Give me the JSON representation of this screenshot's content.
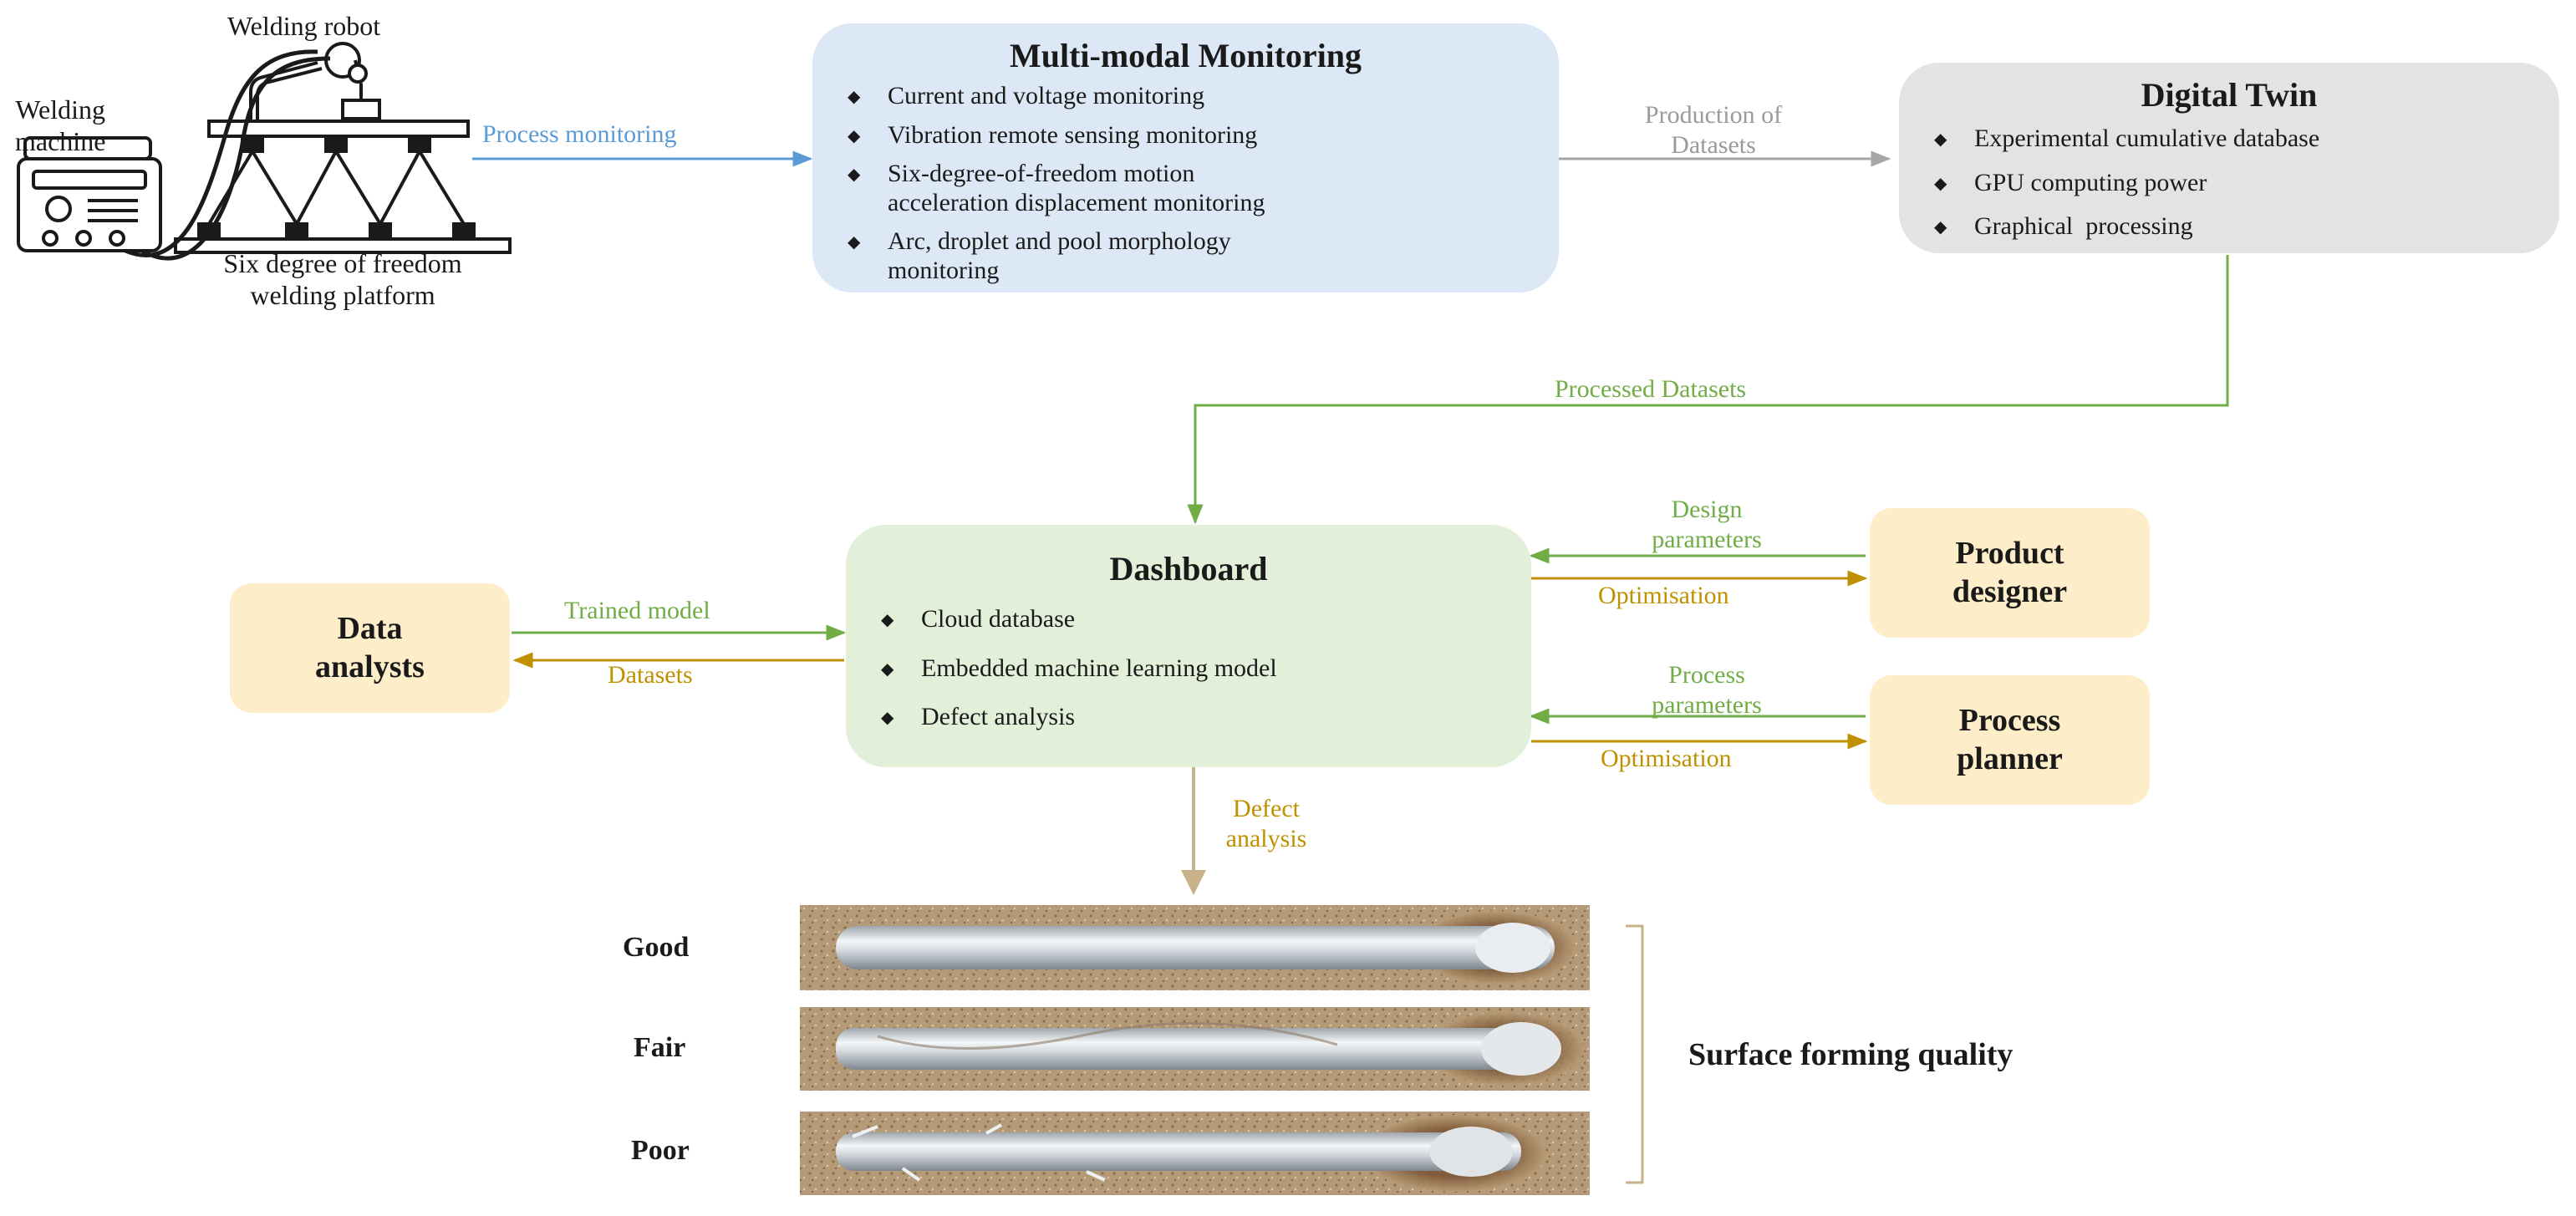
{
  "equipment": {
    "robot_label": "Welding robot",
    "machine_label": "Welding\nmachine",
    "platform_label": "Six degree of freedom\nwelding platform"
  },
  "monitoring": {
    "title": "Multi-modal Monitoring",
    "items": [
      "Current and voltage monitoring",
      "Vibration remote sensing monitoring",
      "Six-degree-of-freedom motion\nacceleration displacement monitoring",
      "Arc, droplet and pool morphology\nmonitoring"
    ]
  },
  "digital_twin": {
    "title": "Digital Twin",
    "items": [
      "Experimental cumulative database",
      "GPU computing power",
      "Graphical  processing"
    ]
  },
  "dashboard": {
    "title": "Dashboard",
    "items": [
      "Cloud database",
      "Embedded machine learning model",
      "Defect analysis"
    ]
  },
  "actors": {
    "data_analysts": "Data\nanalysts",
    "product_designer": "Product\ndesigner",
    "process_planner": "Process\nplanner"
  },
  "edges": {
    "process_monitoring": "Process monitoring",
    "production_of_datasets": "Production of\nDatasets",
    "processed_datasets": "Processed Datasets",
    "trained_model": "Trained model",
    "datasets": "Datasets",
    "design_parameters": "Design\nparameters",
    "optimisation_1": "Optimisation",
    "process_parameters": "Process\nparameters",
    "optimisation_2": "Optimisation",
    "defect_analysis": "Defect\nanalysis"
  },
  "quality": {
    "levels": [
      "Good",
      "Fair",
      "Poor"
    ],
    "caption": "Surface forming quality"
  },
  "colors": {
    "monitoring_fill": "#dde8f6",
    "twin_fill": "#e3e3e3",
    "dashboard_fill": "#e2efd9",
    "actor_fill": "#fdeec9",
    "blue_arrow": "#5b9bd5",
    "gray_arrow": "#a6a6a6",
    "green_arrow": "#70ad47",
    "gold_arrow": "#bf9000",
    "tan_arrow": "#c9b28a"
  }
}
